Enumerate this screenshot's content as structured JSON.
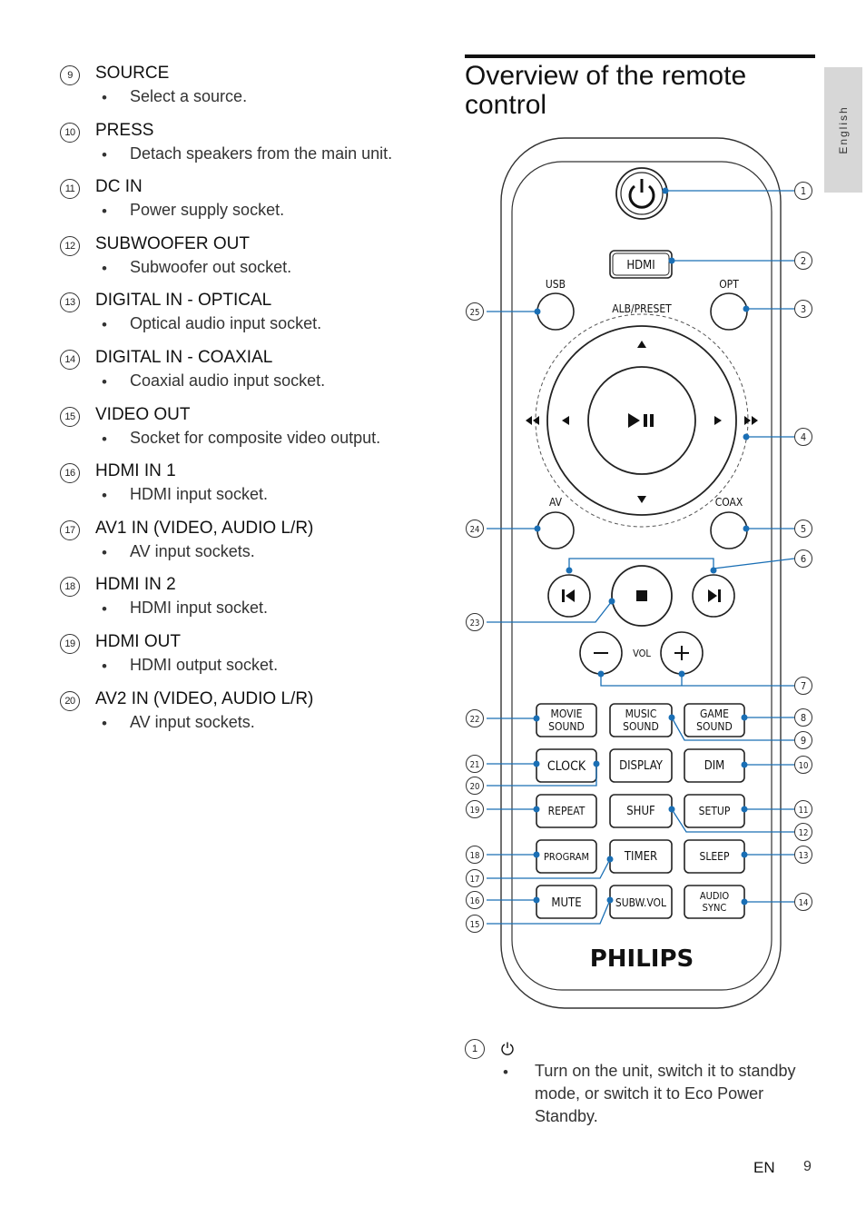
{
  "left_items": [
    {
      "num": "9",
      "title": "SOURCE",
      "desc": "Select a source."
    },
    {
      "num": "10",
      "title": "PRESS",
      "desc": "Detach speakers from the main unit."
    },
    {
      "num": "11",
      "title": "DC IN",
      "desc": "Power supply socket."
    },
    {
      "num": "12",
      "title": "SUBWOOFER OUT",
      "desc": "Subwoofer out socket."
    },
    {
      "num": "13",
      "title": "DIGITAL IN - OPTICAL",
      "desc": "Optical audio input socket."
    },
    {
      "num": "14",
      "title": "DIGITAL IN - COAXIAL",
      "desc": "Coaxial audio input socket."
    },
    {
      "num": "15",
      "title": "VIDEO OUT",
      "desc": "Socket for composite video output."
    },
    {
      "num": "16",
      "title": "HDMI IN 1",
      "desc": "HDMI input socket."
    },
    {
      "num": "17",
      "title": "AV1 IN (VIDEO, AUDIO L/R)",
      "desc": "AV input sockets."
    },
    {
      "num": "18",
      "title": "HDMI IN 2",
      "desc": "HDMI input socket."
    },
    {
      "num": "19",
      "title": "HDMI OUT",
      "desc": "HDMI output socket."
    },
    {
      "num": "20",
      "title": "AV2 IN (VIDEO, AUDIO L/R)",
      "desc": "AV input sockets."
    }
  ],
  "bullet": "•",
  "section": {
    "title": "Overview of the remote control"
  },
  "side_tab": {
    "label": "English"
  },
  "remote": {
    "brand": "PHILIPS",
    "labels": {
      "hdmi": "HDMI",
      "usb": "USB",
      "opt": "OPT",
      "alb_preset": "ALB/PRESET",
      "av": "AV",
      "coax": "COAX",
      "vol": "VOL",
      "movie_sound": [
        "MOVIE",
        "SOUND"
      ],
      "music_sound": [
        "MUSIC",
        "SOUND"
      ],
      "game_sound": [
        "GAME",
        "SOUND"
      ],
      "clock": "CLOCK",
      "display": "DISPLAY",
      "dim": "DIM",
      "repeat": "REPEAT",
      "shuf": "SHUF",
      "setup": "SETUP",
      "program": "PROGRAM",
      "timer": "TIMER",
      "sleep": "SLEEP",
      "mute": "MUTE",
      "subw_vol": "SUBW.VOL",
      "audio_sync": [
        "AUDIO",
        "SYNC"
      ]
    },
    "callouts_right": [
      "1",
      "2",
      "3",
      "4",
      "5",
      "6",
      "7",
      "8",
      "9",
      "10",
      "11",
      "12",
      "13",
      "14"
    ],
    "callouts_left": [
      "25",
      "24",
      "23",
      "22",
      "21",
      "20",
      "19",
      "18",
      "17",
      "16",
      "15"
    ]
  },
  "power_item": {
    "num": "1",
    "icon": "power-icon",
    "desc": "Turn on the unit, switch it to standby mode, or switch it to Eco Power Standby."
  },
  "footer": {
    "lang": "EN",
    "page": "9"
  },
  "colors": {
    "callout_line": "#1a6fb5",
    "tab_bg": "#d7d7d7"
  }
}
